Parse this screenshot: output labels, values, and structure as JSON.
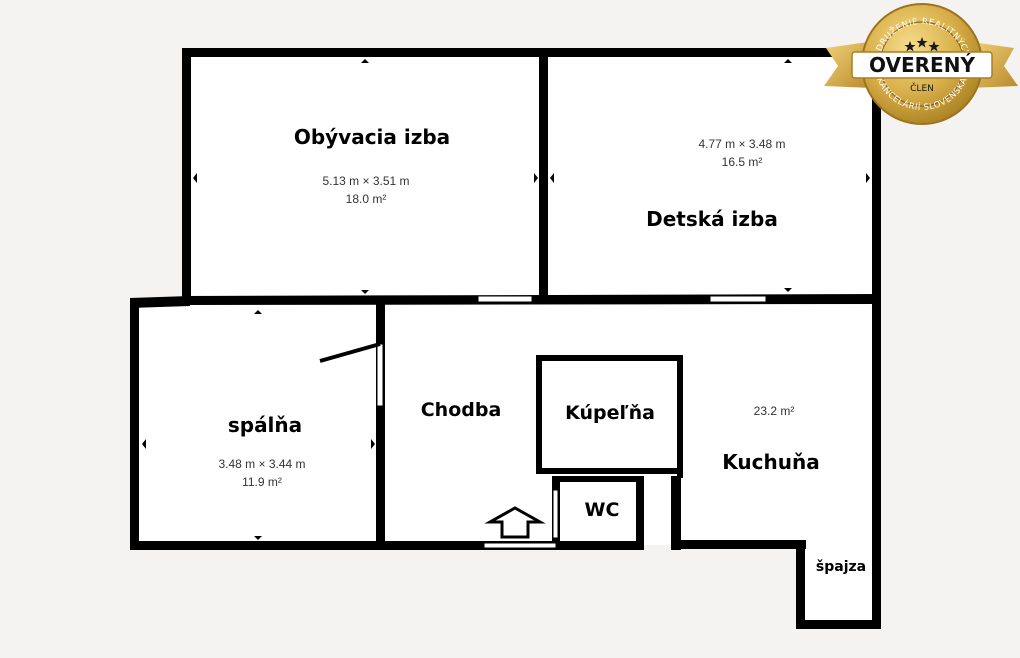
{
  "colors": {
    "background": "#f4f3f1",
    "wall": "#000000",
    "floor": "#ffffff",
    "badge_gold": "#d9b04a",
    "badge_gold_dark": "#a87f20"
  },
  "rooms": {
    "living": {
      "name": "Obývacia izba",
      "dims": "5.13 m × 3.51 m",
      "area": "18.0 m²"
    },
    "kids": {
      "name": "Detská izba",
      "dims": "4.77 m × 3.48 m",
      "area": "16.5 m²"
    },
    "bedroom": {
      "name": "spálňa",
      "dims": "3.48 m × 3.44 m",
      "area": "11.9 m²"
    },
    "hallway": {
      "name": "Chodba"
    },
    "bathroom": {
      "name": "Kúpeľňa"
    },
    "wc": {
      "name": "WC"
    },
    "kitchen": {
      "name": "Kuchuňa",
      "area": "23.2 m²"
    },
    "pantry": {
      "name": "špajza"
    }
  },
  "badge": {
    "title": "OVERENÝ",
    "subtitle": "ČLEN",
    "top_text": "ZDRUŽENIE REALITNÝCH",
    "bottom_text": "KANCELÁRIÍ SLOVENSKA"
  },
  "icons": {
    "entrance": "entrance-arrow-icon",
    "badge_stars": "star-icon"
  }
}
